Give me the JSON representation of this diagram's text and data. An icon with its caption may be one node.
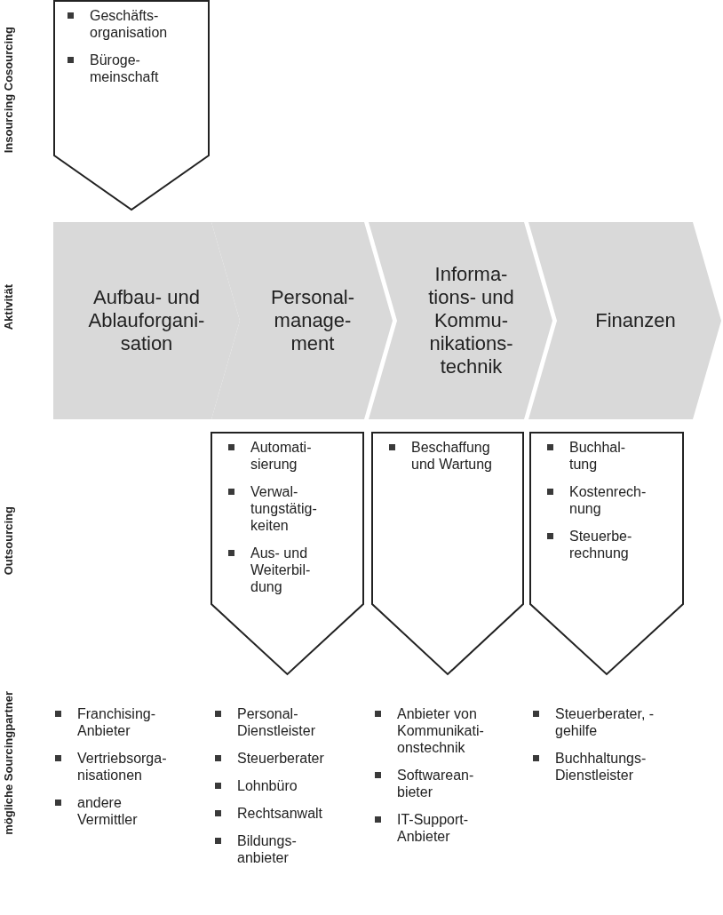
{
  "diagram": {
    "nodes": [
      {
        "text": [
          "Geschäfts- organisation",
          "Büroge- meinschaft"
        ]
      },
      {
        "text": [
          "Aufbau- und Ablauforgani- sation"
        ]
      },
      {
        "text": [
          "Personal- manage- ment"
        ]
      },
      {
        "text": [
          "Informa- tions- und Kommu- nikations- technik"
        ]
      },
      {
        "text": [
          "Finanzen"
        ]
      },
      {
        "text": [
          "Automati- sierung",
          "Verwal- tungstätig- keiten",
          "Aus- und Weiterbil- dung"
        ]
      },
      {
        "text": [
          "Beschaffung und Wartung"
        ]
      },
      {
        "text": [
          "Buchhal- tung",
          "Kostenrech- nung",
          "Steuerbe- rechnung"
        ]
      }
    ],
    "labels": [
      "Insourcing Cosourcing",
      "Aktivität",
      "Outsourcing",
      "mögliche Sourcingpartner",
      "Franchising- Anbieter",
      "Vertriebsorga- nisationen",
      "andere Vermittler",
      "Personal- Dienstleister",
      "Steuerberater",
      "Lohnbüro",
      "Rechtsanwalt",
      "Bildungs- anbieter",
      "Anbieter von Kommunikati- onstechnik",
      "Softwarean- bieter",
      "IT-Support- Anbieter",
      "Steuerberater, -gehilfe",
      "Buchhaltungs- Dienstleister"
    ]
  }
}
